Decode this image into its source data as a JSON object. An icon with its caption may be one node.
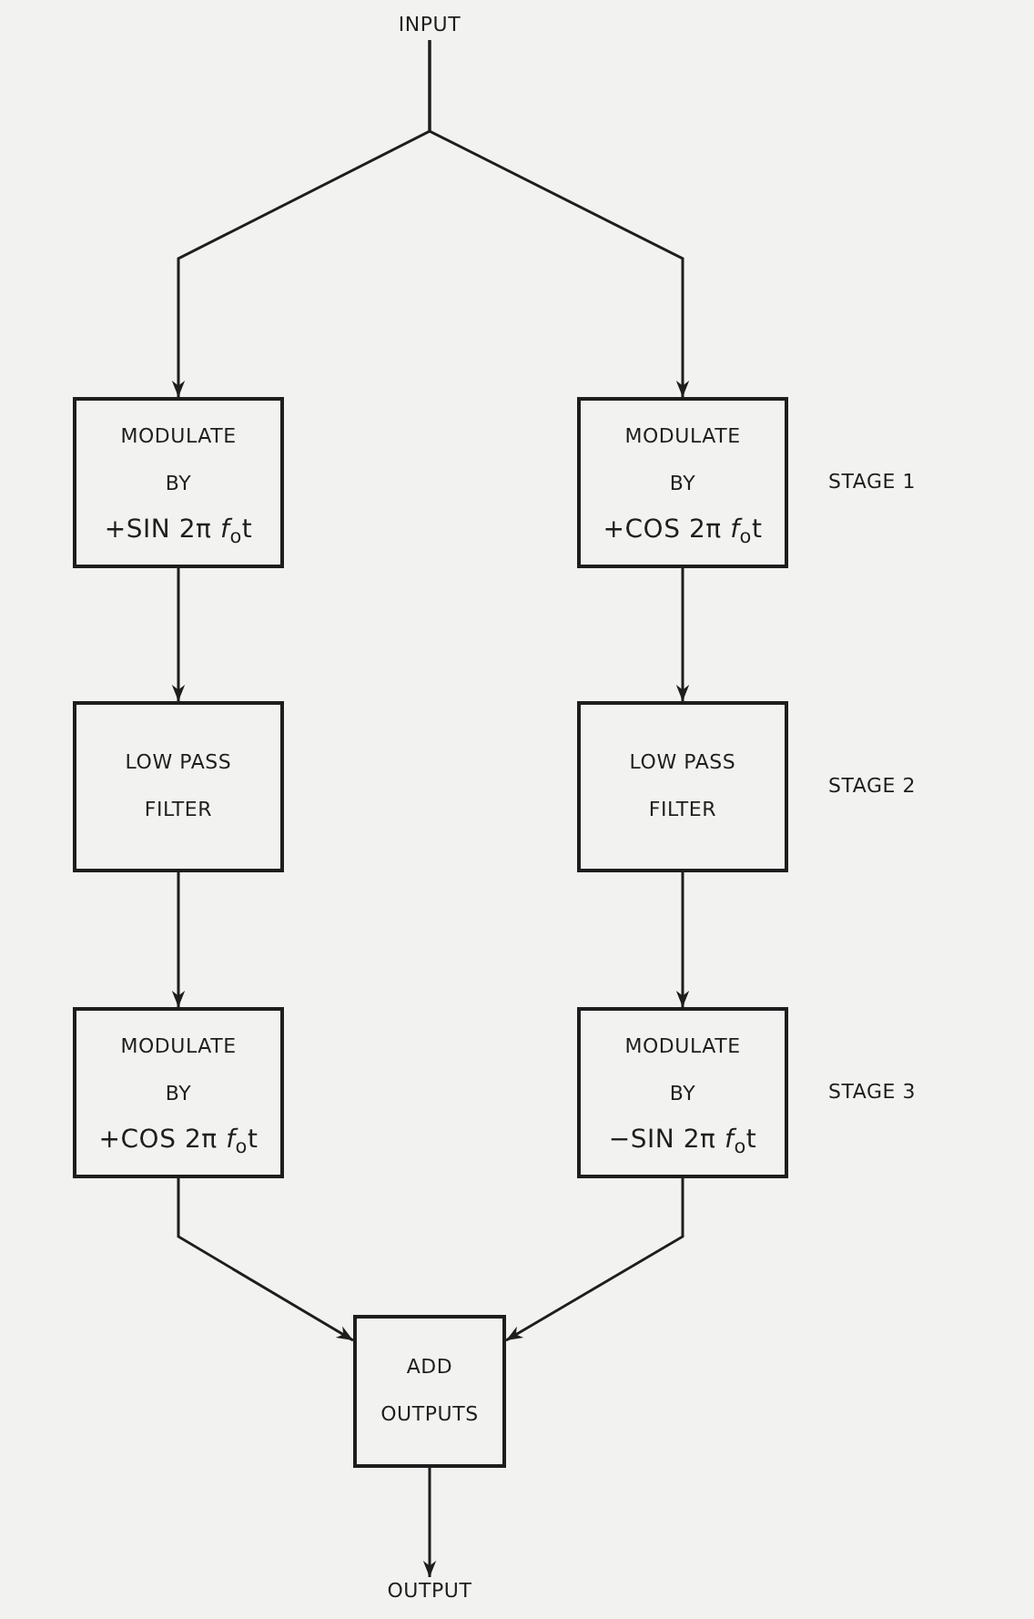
{
  "diagram": {
    "nodes": [
      {
        "text": [
          "INPUT"
        ]
      },
      {
        "text": [
          "MODULATE BY",
          "+SIN 2π *f*$_{o}$t"
        ]
      },
      {
        "text": [
          "MODULATE BY",
          "+COS 2π *f*$_{o}$t"
        ],
        "beside": [
          "STAGE 1"
        ]
      },
      {
        "text": [
          "LOW PASS FILTER"
        ]
      },
      {
        "text": [
          "LOW PASS FILTER"
        ],
        "beside": [
          "STAGE 2"
        ]
      },
      {
        "text": [
          "MODULATE BY",
          "+COS 2π *f*$_{o}$t"
        ]
      },
      {
        "text": [
          "MODULATE BY",
          "−SIN 2π *f*$_{o}$t"
        ],
        "beside": [
          "STAGE 3"
        ]
      },
      {
        "text": [
          "ADD OUTPUTS"
        ]
      },
      {
        "text": [
          "OUTPUT"
        ]
      }
    ],
    "edges": [
      {
        "from": 0,
        "to": 1,
        "arrow": "to"
      },
      {
        "from": 0,
        "to": 2,
        "arrow": "to"
      },
      {
        "from": 1,
        "to": 3,
        "arrow": "to"
      },
      {
        "from": 2,
        "to": 4,
        "arrow": "to"
      },
      {
        "from": 3,
        "to": 5,
        "arrow": "to"
      },
      {
        "from": 4,
        "to": 6,
        "arrow": "to"
      },
      {
        "from": 5,
        "to": 7,
        "arrow": "to"
      },
      {
        "from": 6,
        "to": 7,
        "arrow": "to"
      },
      {
        "from": 7,
        "to": 8,
        "arrow": "to"
      }
    ]
  }
}
